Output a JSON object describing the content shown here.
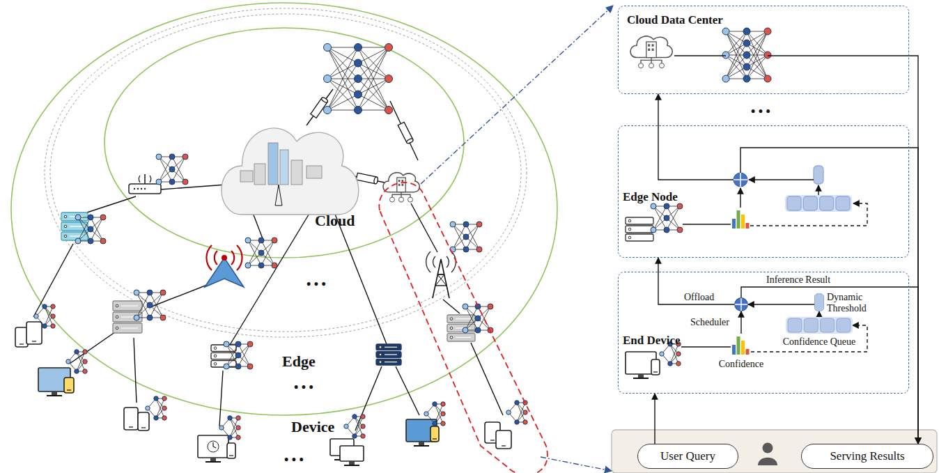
{
  "diagram": {
    "nodes": [
      {
        "text": [
          "Cloud Data Center"
        ]
      },
      {
        "text": [
          "Edge Node"
        ]
      },
      {
        "text": [
          "End Device"
        ]
      },
      {
        "text": [
          "Scheduler"
        ],
        "in": 2
      },
      {
        "text": [
          "Dynamic Threshold"
        ],
        "in": 2
      },
      {
        "text": [
          "Confidence Queue"
        ],
        "in": 2
      },
      {
        "text": [
          "Confidence"
        ],
        "in": 2
      },
      {
        "text": [
          "User Query"
        ]
      },
      {
        "text": [
          "Serving Results"
        ]
      }
    ],
    "edges": [
      {
        "from": 7,
        "to": 2,
        "arrow": "to"
      },
      {
        "from": 3,
        "to": 1,
        "arrow": "to",
        "label": "Offload"
      },
      {
        "from": 3,
        "to": 8,
        "arrow": "to",
        "label": "Inference Result"
      },
      {
        "from": 6,
        "to": 3,
        "arrow": "to"
      },
      {
        "from": 4,
        "to": 3,
        "arrow": "to"
      },
      {
        "from": 6,
        "to": 5,
        "arrow": "to"
      },
      {
        "from": 5,
        "to": 4,
        "arrow": "to"
      },
      {
        "from": 1,
        "to": 0,
        "arrow": "to"
      },
      {
        "from": 1,
        "to": 8,
        "arrow": "to"
      },
      {
        "from": 0,
        "to": 8,
        "arrow": "to"
      }
    ],
    "labels": [
      "Cloud",
      "Edge",
      "Device",
      "• • •",
      "• • •",
      "• • •",
      "• • •"
    ]
  }
}
